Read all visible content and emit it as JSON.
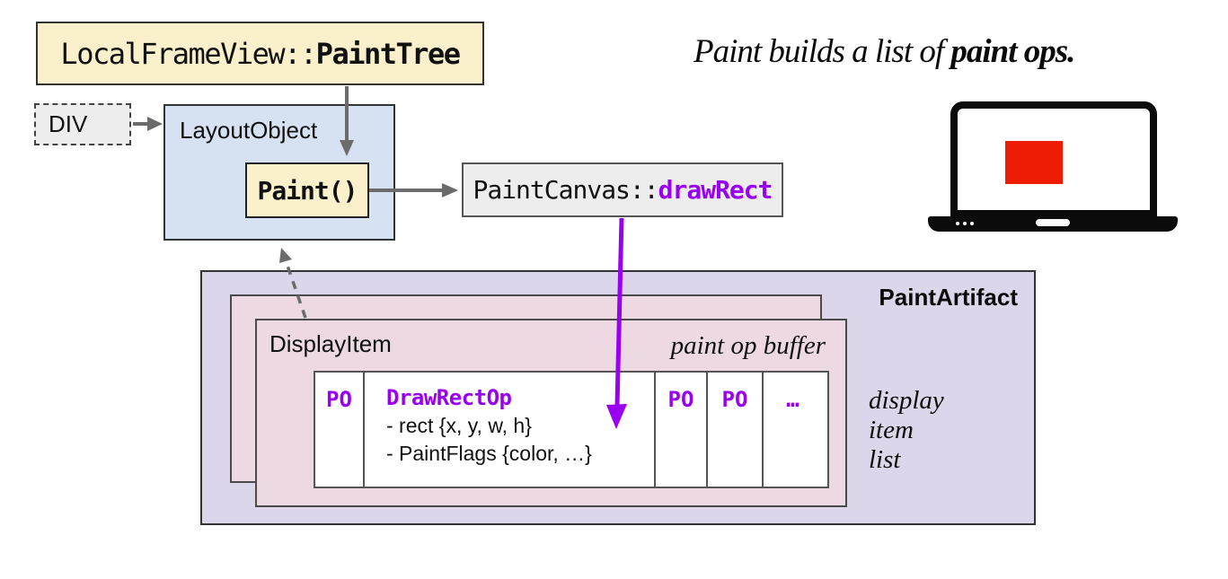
{
  "headline": {
    "regular": "Paint builds a list of ",
    "bold": "paint ops."
  },
  "boxes": {
    "local_frame_view": {
      "normal": "LocalFrameView::",
      "bold": "PaintTree"
    },
    "div": {
      "label": "DIV"
    },
    "layout_object": {
      "label": "LayoutObject"
    },
    "paint_fn": {
      "label": "Paint()"
    },
    "paint_canvas": {
      "normal": "PaintCanvas::",
      "highlight": "drawRect"
    }
  },
  "paint_artifact": {
    "title": "PaintArtifact",
    "display_item_label": "DisplayItem",
    "buffer_label": "paint op buffer",
    "note_lines": [
      "display",
      "item",
      "list"
    ],
    "cells": {
      "po_a": "PO",
      "op_title": "DrawRectOp",
      "op_line_1": "- rect {x, y, w, h}",
      "op_line_2": "- PaintFlags {color, …}",
      "po_b": "PO",
      "po_c": "PO",
      "more": "…"
    }
  },
  "icons": {
    "laptop": "laptop-with-red-rectangle-on-screen"
  },
  "colors": {
    "cream": "#faf0cb",
    "light_blue": "#d6e2f1",
    "light_gray": "#ededed",
    "lavender": "#dcd6ea",
    "pink": "#ecd9e1",
    "purple": "#9900f1",
    "red": "#ee1b05",
    "arrow_gray": "#6b6b6b",
    "border_dark": "#333333"
  }
}
